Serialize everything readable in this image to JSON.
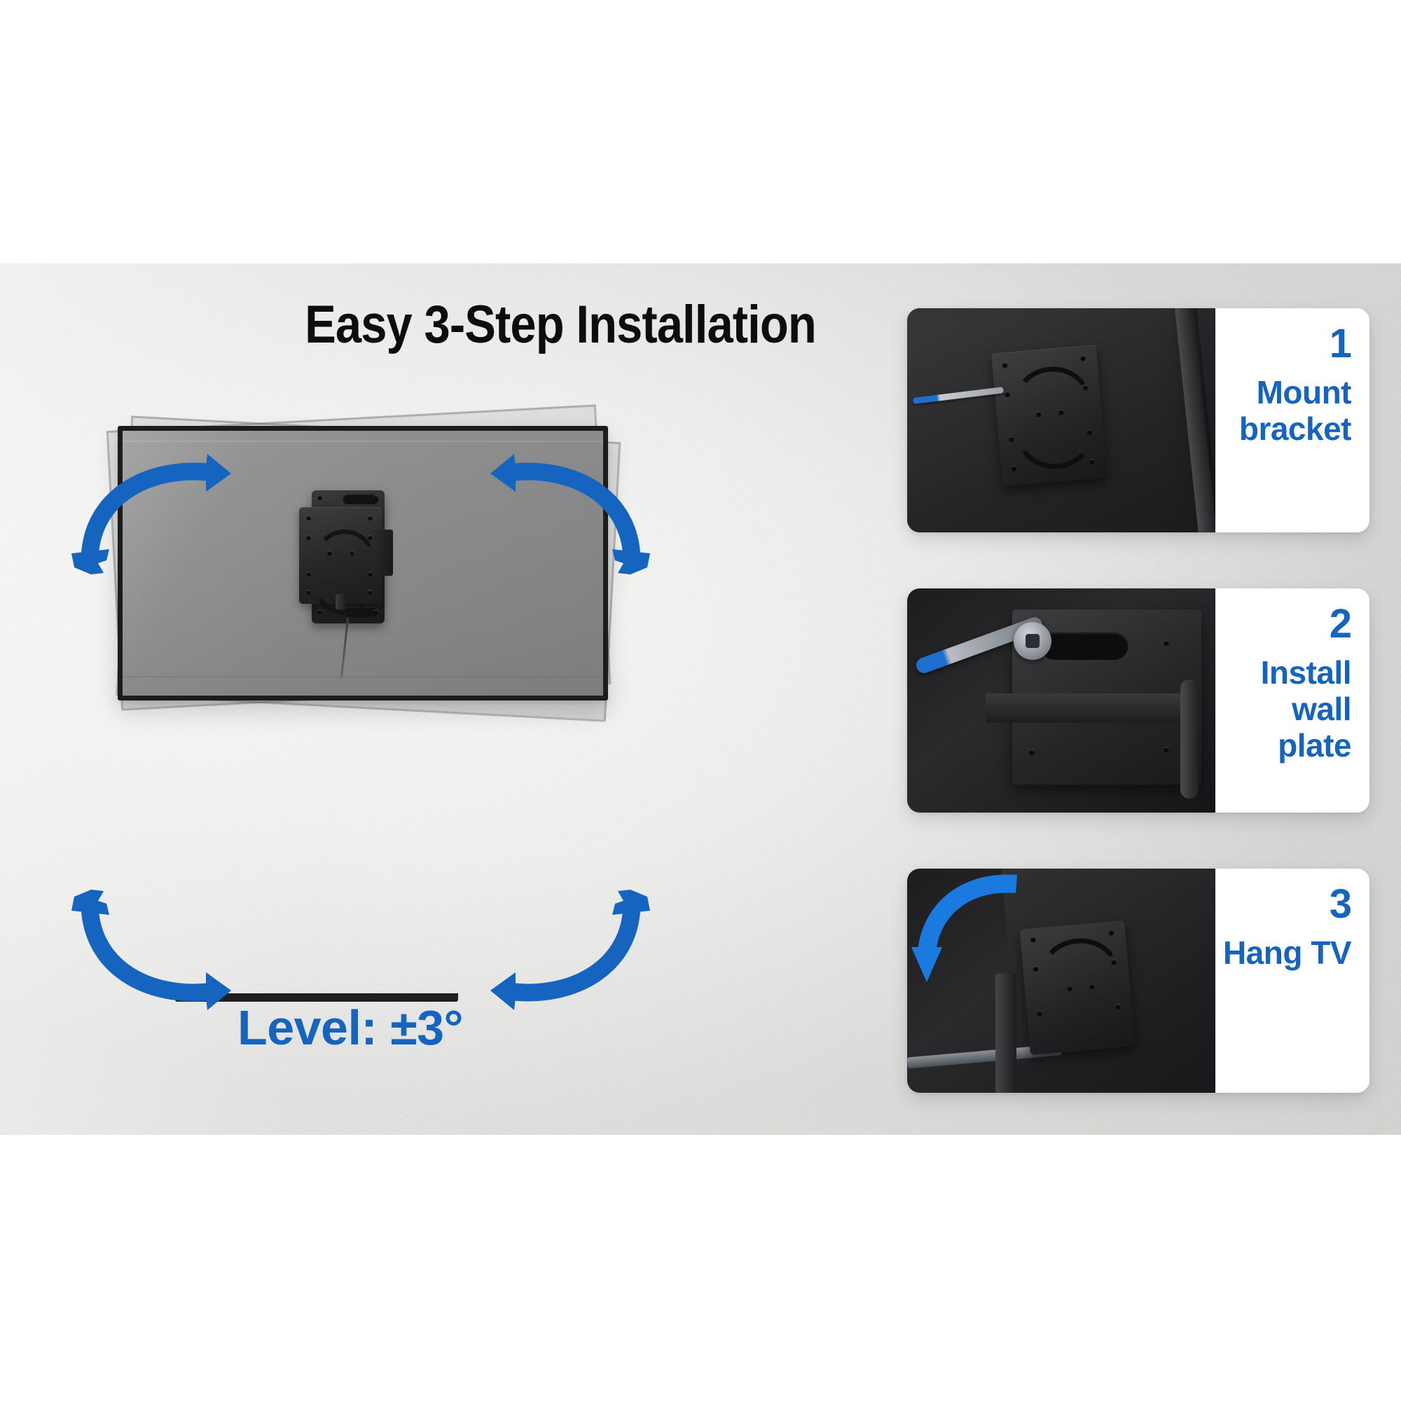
{
  "page": {
    "title": "Easy 3-Step Installation",
    "background_color": "#ffffff",
    "accent_color": "#1565c0",
    "scene_background_color": "#efefee"
  },
  "hero": {
    "caption": "Level: ±3°",
    "tv": {
      "description_alt": "TV rear view with mounted bracket",
      "body_color": "#8b8b8b",
      "bezel_color": "#1c1c1c"
    },
    "bracket": {
      "name": "vesa-bracket",
      "color": "#232325"
    },
    "arrows": [
      {
        "name": "arrow-top-left",
        "direction": "double-curved",
        "color": "#1565c0"
      },
      {
        "name": "arrow-top-right",
        "direction": "double-curved",
        "color": "#1565c0"
      },
      {
        "name": "arrow-bottom-left",
        "direction": "double-curved",
        "color": "#1565c0"
      },
      {
        "name": "arrow-bottom-right",
        "direction": "double-curved",
        "color": "#1565c0"
      }
    ]
  },
  "steps": [
    {
      "number": "1",
      "label": "Mount\nbracket",
      "label_line1": "Mount",
      "label_line2": "bracket",
      "photo_alt": "Screwdriver attaching bracket to back of TV"
    },
    {
      "number": "2",
      "label": "Install\nwall plate",
      "label_line1": "Install",
      "label_line2": "wall plate",
      "photo_alt": "Ratchet wrench tightening wall plate bolts"
    },
    {
      "number": "3",
      "label": "Hang TV",
      "label_line1": "Hang TV",
      "label_line2": "",
      "photo_alt": "TV being lowered onto the mounted wall plate"
    }
  ],
  "icons": {
    "curved_double_arrow": "curved-double-arrow-icon",
    "curved_down_arrow": "curved-down-arrow-icon"
  }
}
